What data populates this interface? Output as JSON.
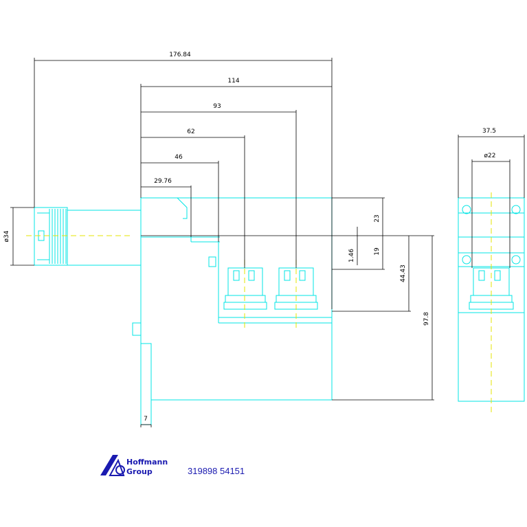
{
  "dimensions": {
    "overall_length": "176.84",
    "body_length": "114",
    "pos_93": "93",
    "pos_62": "62",
    "pos_46": "46",
    "pos_2976": "29.76",
    "side_width": "37.5",
    "side_diameter": "ø22",
    "knob_diameter": "ø34",
    "v23": "23",
    "v146": "1.46",
    "v19": "19",
    "v4443": "44.43",
    "v978": "97.8",
    "v7": "7"
  },
  "logo": {
    "line1": "Hoffmann",
    "line2": "Group"
  },
  "part_number": "319898 54151",
  "colors": {
    "outline": "#00e5e5",
    "dimension": "#000000",
    "centerline": "#e6e600",
    "brand": "#1a1ab0"
  }
}
